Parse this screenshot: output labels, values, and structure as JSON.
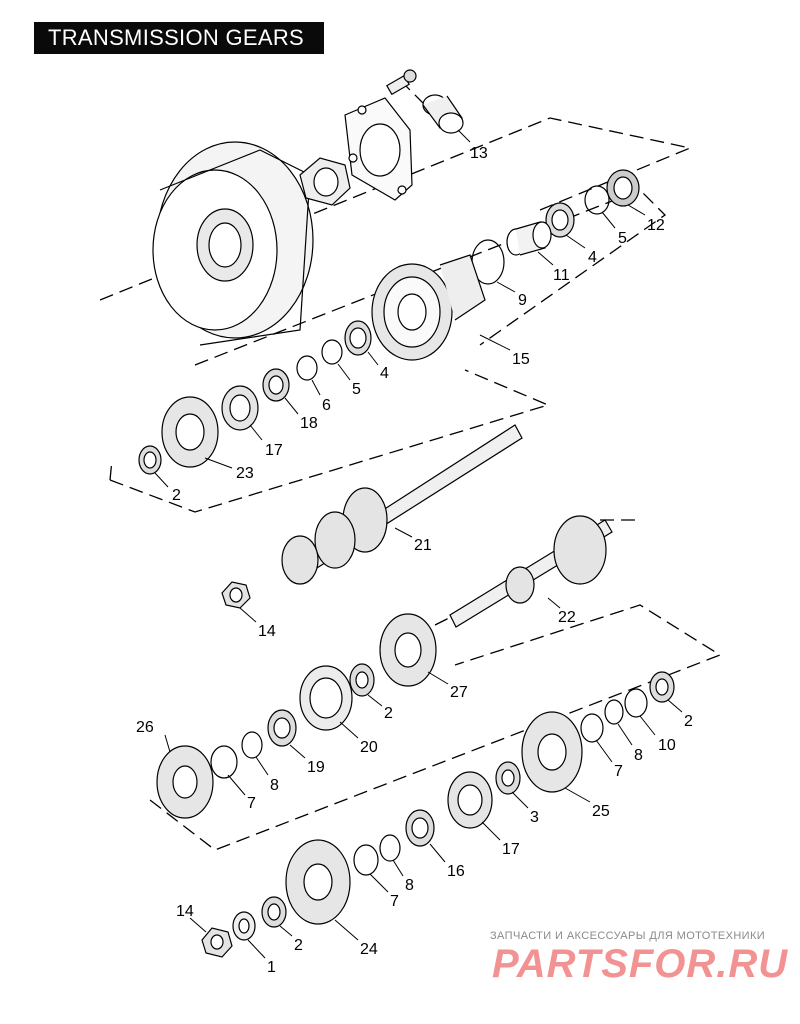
{
  "title": "TRANSMISSION GEARS",
  "watermark": {
    "caption": "ЗАПЧАСТИ И АКСЕССУАРЫ ДЛЯ МОТОТЕХНИКИ",
    "logo": "PARTSFOR.RU",
    "color": "#f08080"
  },
  "callouts": [
    {
      "id": "c13",
      "label": "13"
    },
    {
      "id": "c12",
      "label": "12"
    },
    {
      "id": "c5a",
      "label": "5"
    },
    {
      "id": "c4a",
      "label": "4"
    },
    {
      "id": "c11",
      "label": "11"
    },
    {
      "id": "c9",
      "label": "9"
    },
    {
      "id": "c15",
      "label": "15"
    },
    {
      "id": "c4b",
      "label": "4"
    },
    {
      "id": "c5b",
      "label": "5"
    },
    {
      "id": "c6",
      "label": "6"
    },
    {
      "id": "c18",
      "label": "18"
    },
    {
      "id": "c17a",
      "label": "17"
    },
    {
      "id": "c23",
      "label": "23"
    },
    {
      "id": "c2a",
      "label": "2"
    },
    {
      "id": "c21",
      "label": "21"
    },
    {
      "id": "c22",
      "label": "22"
    },
    {
      "id": "c14a",
      "label": "14"
    },
    {
      "id": "c27",
      "label": "27"
    },
    {
      "id": "c2b",
      "label": "2"
    },
    {
      "id": "c20",
      "label": "20"
    },
    {
      "id": "c19",
      "label": "19"
    },
    {
      "id": "c8a",
      "label": "8"
    },
    {
      "id": "c7a",
      "label": "7"
    },
    {
      "id": "c26",
      "label": "26"
    },
    {
      "id": "c2c",
      "label": "2"
    },
    {
      "id": "c10",
      "label": "10"
    },
    {
      "id": "c8b",
      "label": "8"
    },
    {
      "id": "c7b",
      "label": "7"
    },
    {
      "id": "c25",
      "label": "25"
    },
    {
      "id": "c3",
      "label": "3"
    },
    {
      "id": "c17b",
      "label": "17"
    },
    {
      "id": "c16",
      "label": "16"
    },
    {
      "id": "c8c",
      "label": "8"
    },
    {
      "id": "c7c",
      "label": "7"
    },
    {
      "id": "c24",
      "label": "24"
    },
    {
      "id": "c2d",
      "label": "2"
    },
    {
      "id": "c14b",
      "label": "14"
    },
    {
      "id": "c1",
      "label": "1"
    }
  ]
}
